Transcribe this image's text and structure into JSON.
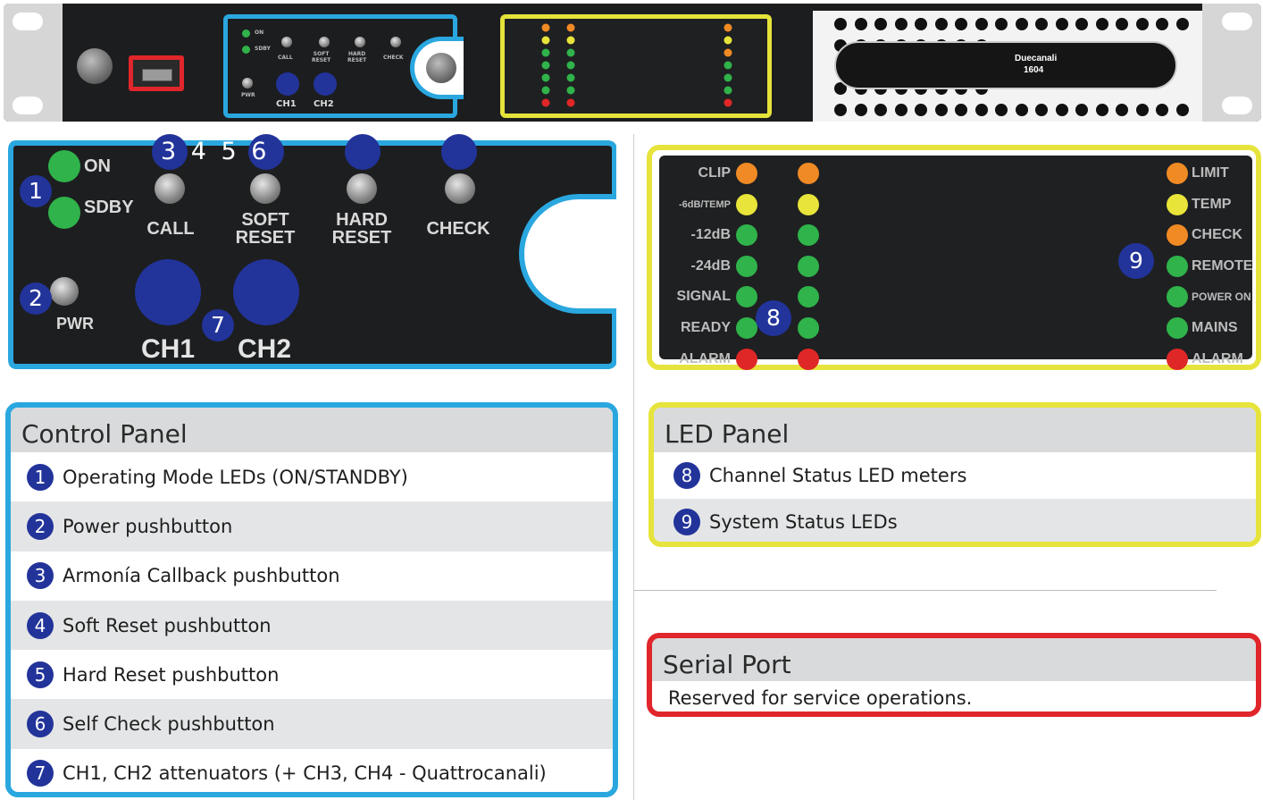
{
  "rack": {
    "mini_cp": {
      "on": "ON",
      "sdby": "SDBY",
      "call": "CALL",
      "soft": "SOFT\nRESET",
      "hard": "HARD\nRESET",
      "check": "CHECK",
      "pwr": "PWR",
      "ch1": "CH1",
      "ch2": "CH2"
    },
    "brand_name": "Duecanali",
    "brand_model": "1604"
  },
  "control_panel_view": {
    "led_on": "ON",
    "led_sdby": "SDBY",
    "call": "CALL",
    "soft_reset": "SOFT\nRESET",
    "hard_reset": "HARD\nRESET",
    "check": "CHECK",
    "pwr": "PWR",
    "ch1": "CH1",
    "ch2": "CH2",
    "callouts": {
      "n1": "1",
      "n2": "2",
      "n3456": "3 4 5 6",
      "n7": "7"
    },
    "colors": {
      "frame": "#2aa7df",
      "on_led": "#2fb34a",
      "knob": "#2233a3"
    }
  },
  "led_panel_view": {
    "left_labels": [
      "CLIP",
      "-6dB/TEMP",
      "-12dB",
      "-24dB",
      "SIGNAL",
      "READY",
      "ALARM"
    ],
    "right_labels": [
      "LIMIT",
      "TEMP",
      "CHECK",
      "REMOTE",
      "POWER ON",
      "MAINS",
      "ALARM"
    ],
    "callouts": {
      "n8": "8",
      "n9": "9"
    },
    "colors": {
      "frame": "#e6e43c",
      "orange": "#f08a24",
      "yellow": "#e8e43a",
      "green": "#2fb34a",
      "red": "#e02727"
    }
  },
  "legend_control": {
    "title": "Control Panel",
    "items": [
      {
        "n": "1",
        "text": "Operating Mode LEDs (ON/STANDBY)"
      },
      {
        "n": "2",
        "text": "Power pushbutton"
      },
      {
        "n": "3",
        "text": "Armonía Callback pushbutton"
      },
      {
        "n": "4",
        "text": "Soft Reset pushbutton"
      },
      {
        "n": "5",
        "text": "Hard Reset pushbutton"
      },
      {
        "n": "6",
        "text": "Self Check pushbutton"
      },
      {
        "n": "7",
        "text": "CH1, CH2 attenuators (+ CH3, CH4 - Quattrocanali)"
      }
    ],
    "border_color": "#2aa7df"
  },
  "legend_led": {
    "title": "LED Panel",
    "items": [
      {
        "n": "8",
        "text": "Channel Status LED meters"
      },
      {
        "n": "9",
        "text": "System Status LEDs"
      }
    ],
    "border_color": "#e6e43c"
  },
  "legend_serial": {
    "title": "Serial Port",
    "text": "Reserved for service operations.",
    "border_color": "#e0262b"
  }
}
